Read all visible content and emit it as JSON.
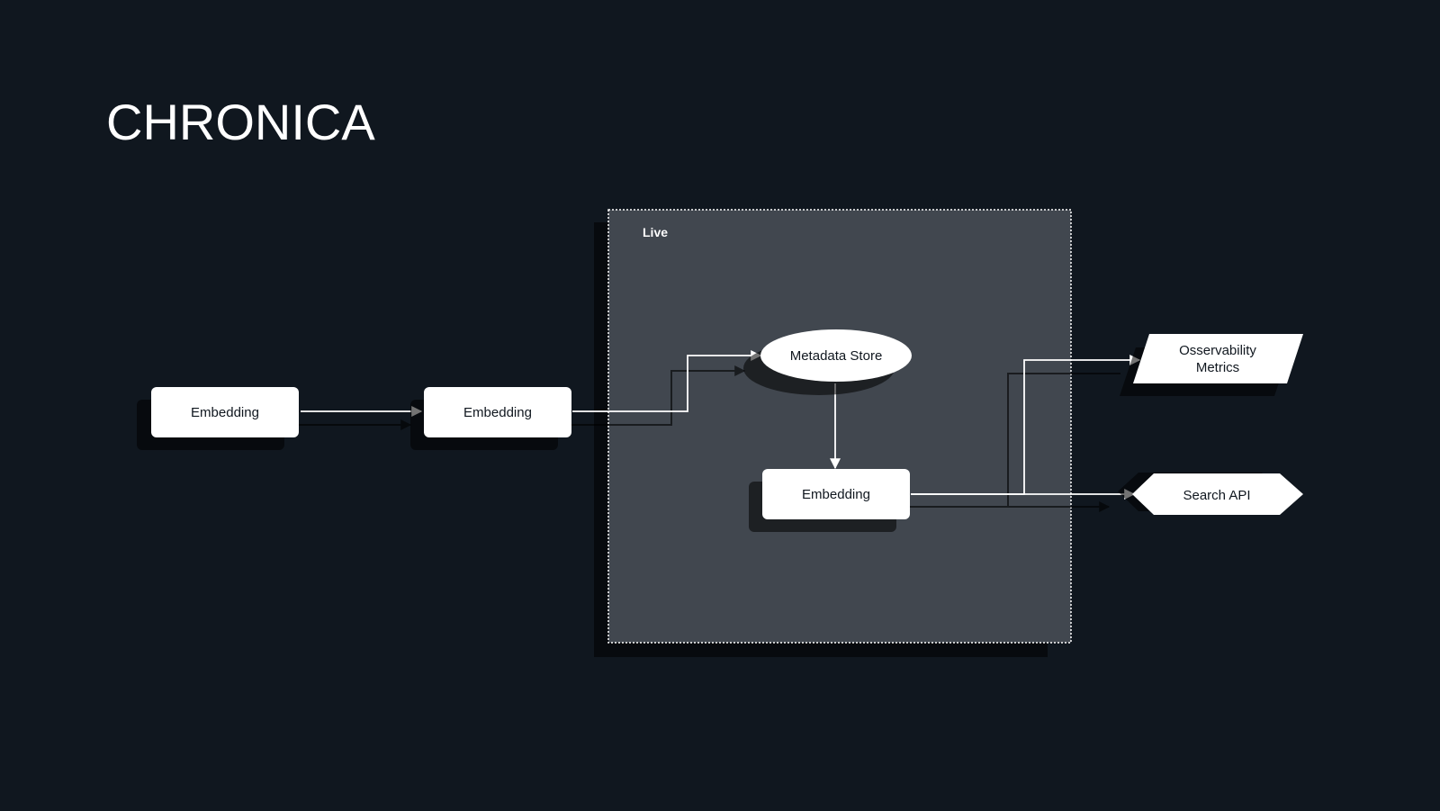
{
  "title": "CHRONICA",
  "group": {
    "label": "Live"
  },
  "nodes": {
    "embedding_1": "Embedding",
    "embedding_2": "Embedding",
    "metadata_store": "Metadata Store",
    "embedding_3": "Embedding",
    "observability_line1": "Osservability",
    "observability_line2": "Metrics",
    "search_api": "Search API"
  },
  "colors": {
    "background": "#10171f",
    "group_fill": "#41474f",
    "node_fill": "#ffffff",
    "node_text": "#10171f",
    "line": "#ffffff"
  }
}
